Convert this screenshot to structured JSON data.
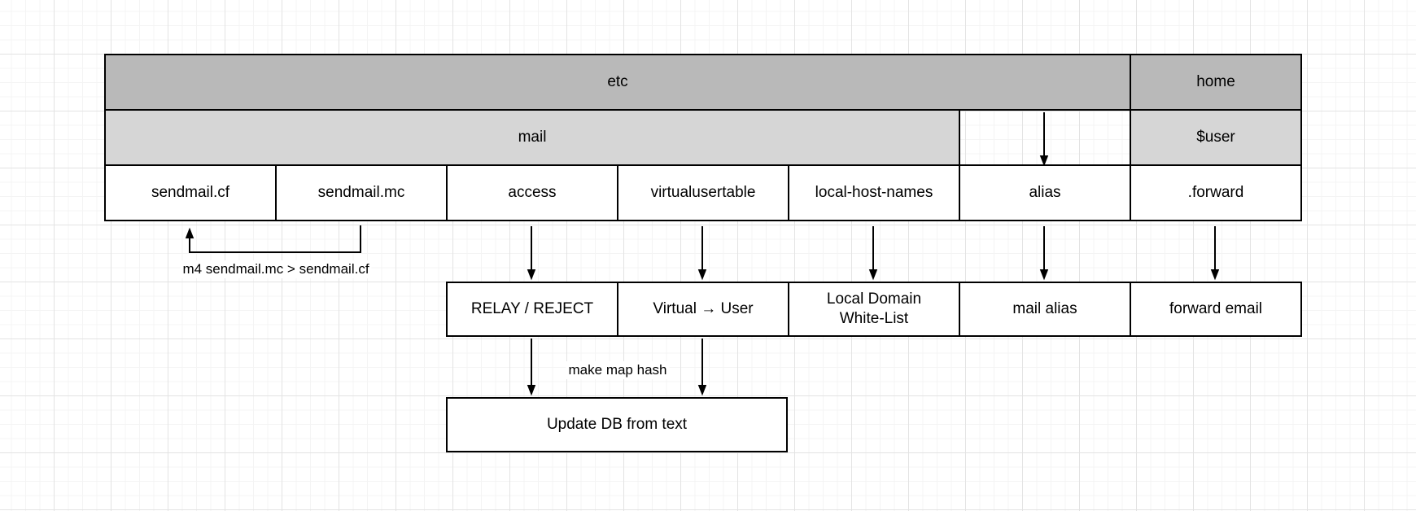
{
  "canvas": {
    "background": "#ffffff",
    "grid_minor_color": "#f4f4f4",
    "grid_major_color": "#e3e3e3"
  },
  "palette": {
    "dir_root_fill": "#b9b9b9",
    "dir_sub_fill": "#d6d6d6",
    "file_fill": "#ffffff",
    "stroke": "#000000",
    "text": "#000000"
  },
  "tree": {
    "roots": {
      "etc": "etc",
      "home": "home"
    },
    "subdirs": {
      "mail": "mail",
      "user": "$user"
    },
    "files": [
      "sendmail.cf",
      "sendmail.mc",
      "access",
      "virtualusertable",
      "local-host-names",
      "alias",
      ".forward"
    ],
    "functions": [
      "RELAY / REJECT",
      "Virtual → User",
      "Local Domain\nWhite-List",
      "mail alias",
      "forward email"
    ],
    "db_box": "Update DB from text",
    "edge_labels": {
      "m4_command": "m4 sendmail.mc > sendmail.cf",
      "makemap": "make map hash"
    }
  }
}
